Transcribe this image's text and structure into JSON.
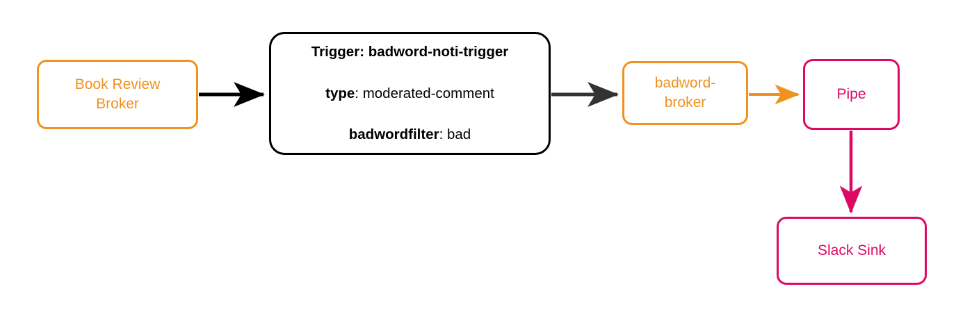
{
  "diagram": {
    "type": "flowchart",
    "direction": "left-to-right",
    "background_color": "#ffffff",
    "colors": {
      "orange": "#F0921F",
      "magenta": "#DC0A63",
      "black": "#000000",
      "arrow_dark": "#333333"
    },
    "nodes": {
      "book_review_broker": {
        "label": "Book Review\nBroker",
        "color": "#F0921F",
        "shape": "rounded-rect"
      },
      "trigger": {
        "line1_bold": "Trigger: badword-noti-trigger",
        "line2_key": "type",
        "line2_sep": ": ",
        "line2_value": "moderated-comment",
        "line3_key": "badwordfilter",
        "line3_sep": ": ",
        "line3_value": "bad",
        "color": "#000000",
        "shape": "rounded-rect"
      },
      "badword_broker": {
        "label": "badword-\nbroker",
        "color": "#F0921F",
        "shape": "rounded-rect"
      },
      "pipe": {
        "label": "Pipe",
        "color": "#DC0A63",
        "shape": "rounded-rect"
      },
      "slack_sink": {
        "label": "Slack Sink",
        "color": "#DC0A63",
        "shape": "rounded-rect"
      }
    },
    "edges": [
      {
        "name": "edge-book-review-broker-to-trigger",
        "from": "book_review_broker",
        "to": "trigger",
        "color": "#000000",
        "orientation": "horizontal",
        "arrowhead": "end"
      },
      {
        "name": "edge-trigger-to-badword-broker",
        "from": "trigger",
        "to": "badword_broker",
        "color": "#333333",
        "orientation": "horizontal",
        "arrowhead": "end"
      },
      {
        "name": "edge-badword-broker-to-pipe",
        "from": "badword_broker",
        "to": "pipe",
        "color": "#F0921F",
        "orientation": "horizontal",
        "arrowhead": "end"
      },
      {
        "name": "edge-pipe-to-slack-sink",
        "from": "pipe",
        "to": "slack_sink",
        "color": "#DC0A63",
        "orientation": "vertical",
        "arrowhead": "end"
      }
    ]
  }
}
